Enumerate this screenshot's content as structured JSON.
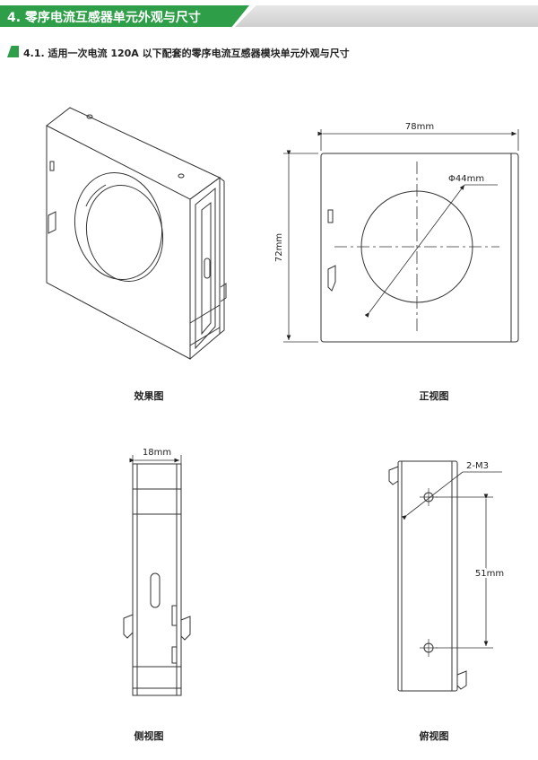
{
  "section": {
    "title": "4. 零序电流互感器单元外观与尺寸"
  },
  "subsection": {
    "title": "4.1. 适用一次电流 120A 以下配套的零序电流互感器模块单元外观与尺寸"
  },
  "views": {
    "effect": {
      "caption": "效果图"
    },
    "front": {
      "caption": "正视图",
      "width_label": "78mm",
      "height_label": "72mm",
      "diameter_label": "Φ44mm"
    },
    "side": {
      "caption": "侧视图",
      "width_label": "18mm"
    },
    "top": {
      "caption": "俯视图",
      "hole_label": "2-M3",
      "spacing_label": "51mm"
    }
  }
}
